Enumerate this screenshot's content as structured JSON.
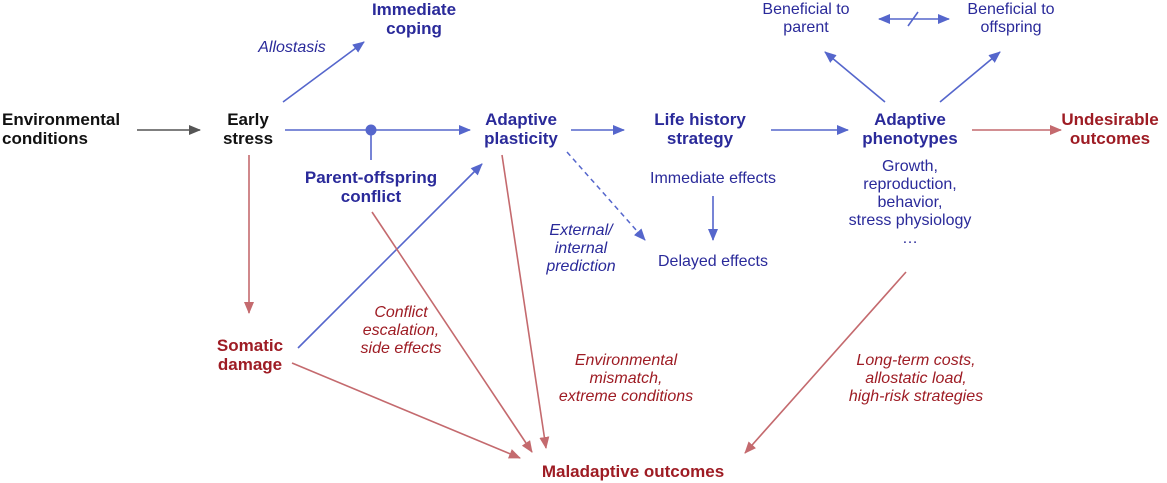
{
  "colors": {
    "black_text": "#111111",
    "blue_text": "#2a2a9a",
    "red_text": "#9e1c24",
    "blue_arrow": "#5566cc",
    "red_arrow": "#c46a6e",
    "gray_arrow": "#555555"
  },
  "nodes": {
    "environmental_conditions": [
      "Environmental",
      "conditions"
    ],
    "early_stress": [
      "Early",
      "stress"
    ],
    "immediate_coping": [
      "Immediate",
      "coping"
    ],
    "adaptive_plasticity": [
      "Adaptive",
      "plasticity"
    ],
    "life_history_strategy": [
      "Life history",
      "strategy"
    ],
    "adaptive_phenotypes": [
      "Adaptive",
      "phenotypes"
    ],
    "undesirable_outcomes": [
      "Undesirable",
      "outcomes"
    ],
    "beneficial_to_parent": [
      "Beneficial to",
      "parent"
    ],
    "beneficial_to_offspring": [
      "Beneficial to",
      "offspring"
    ],
    "parent_offspring_conflict": [
      "Parent-offspring",
      "conflict"
    ],
    "somatic_damage": [
      "Somatic",
      "damage"
    ],
    "maladaptive_outcomes": "Maladaptive outcomes",
    "immediate_effects": "Immediate effects",
    "delayed_effects": "Delayed effects",
    "phenotype_traits": [
      "Growth,",
      "reproduction,",
      "behavior,",
      "stress physiology",
      "…"
    ]
  },
  "edge_labels": {
    "allostasis": "Allostasis",
    "external_internal_prediction": [
      "External/",
      "internal",
      "prediction"
    ],
    "conflict_escalation": [
      "Conflict",
      "escalation,",
      "side effects"
    ],
    "environmental_mismatch": [
      "Environmental",
      "mismatch,",
      "extreme conditions"
    ],
    "long_term_costs": [
      "Long-term costs,",
      "allostatic load,",
      "high-risk strategies"
    ]
  }
}
